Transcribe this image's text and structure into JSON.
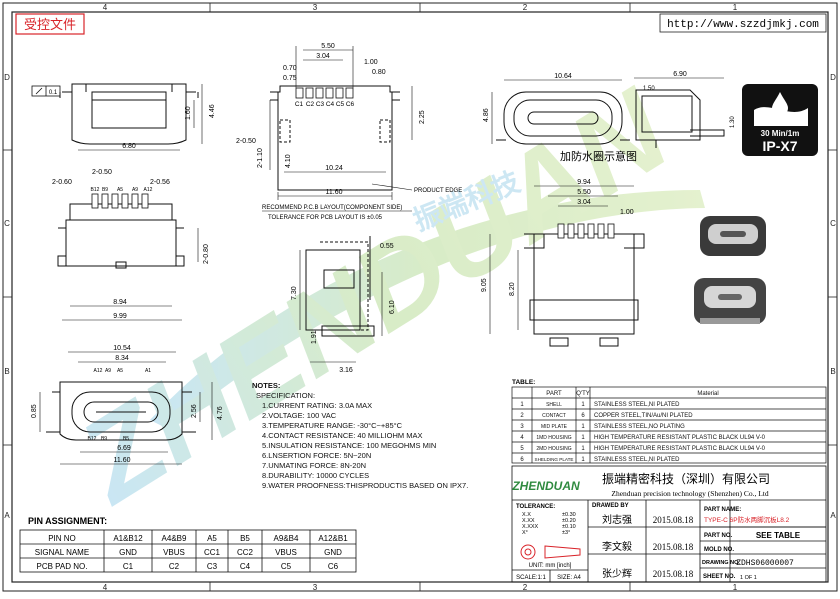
{
  "header": {
    "stamp": "受控文件",
    "url": "http://www.szzdjmkj.com"
  },
  "frame": {
    "cols": [
      "4",
      "3",
      "2",
      "1"
    ],
    "rows": [
      "D",
      "C",
      "B",
      "A"
    ]
  },
  "watermark": {
    "logo": "ZHENDUAN",
    "cn": "振端科技"
  },
  "top_front": {
    "dims": [
      "1.60",
      "4.46",
      "6.80"
    ],
    "flatness": "0.1"
  },
  "top_pcb": {
    "dims": [
      "5.50",
      "3.04",
      "0.70",
      "0.75",
      "1.00",
      "0.80",
      "2.25",
      "2-0.50",
      "2-1.10",
      "10.24",
      "11.60",
      "4.10"
    ],
    "pads": [
      "C1",
      "C2",
      "C3",
      "C4",
      "C5",
      "C6"
    ],
    "product_edge": "PRODUCT EDGE",
    "recommend": "RECOMMEND P.C.B LAYOUT(COMPONENT SIDE)",
    "tolerance": "TOLERANCE FOR PCB LAYOUT IS ±0.05"
  },
  "side_view": {
    "dims": [
      "10.64",
      "4.86",
      "6.90",
      "1.50",
      "1.30"
    ],
    "caption": "加防水圈示意图"
  },
  "ip_badge": {
    "spec": "30 Min/1m",
    "rating": "IP-X7"
  },
  "mid_left": {
    "dims": [
      "2-0.50",
      "2-0.60",
      "2-0.56",
      "2-0.80",
      "8.94",
      "9.99"
    ],
    "pins": [
      "B12",
      "B9",
      "A5",
      "A9",
      "A12"
    ]
  },
  "mid_center": {
    "dims": [
      "0.55",
      "7.30",
      "6.10",
      "1.91",
      "3.16"
    ]
  },
  "right_pcb": {
    "dims": [
      "9.94",
      "5.50",
      "3.04",
      "1.00",
      "9.05",
      "8.20"
    ]
  },
  "bottom_left": {
    "dims": [
      "10.54",
      "8.34",
      "0.85",
      "2.56",
      "4.76",
      "6.69",
      "11.60"
    ],
    "pins_top": [
      "A12",
      "A9",
      "A5",
      "A1"
    ],
    "pins_bottom": [
      "B12",
      "B9",
      "B5"
    ]
  },
  "notes": {
    "title": "NOTES:",
    "spec_title": "SPECIFICATION:",
    "lines": [
      "1.CURRENT RATING: 3.0A MAX",
      "2.VOLTAGE: 100 VAC",
      "3.TEMPERATURE RANGE: -30°C~+85°C",
      "4.CONTACT RESISTANCE: 40 MILLIOHM MAX",
      "5.INSULATION RESISTANCE: 100 MEGOHMS MIN",
      "6.LNSERTION FORCE: 5N~20N",
      "7.UNMATING FORCE: 8N-20N",
      "8.DURABILITY: 10000 CYCLES",
      "9.WATER PROOFNESS:THISPRODUCTIS BASED ON IPX7."
    ]
  },
  "bom": {
    "caption": "TABLE:",
    "headers": [
      "",
      "PART",
      "Q'TY",
      "Material"
    ],
    "rows": [
      [
        "1",
        "SHELL",
        "1",
        "STAINLESS STEEL,NI PLATED"
      ],
      [
        "2",
        "CONTACT",
        "6",
        "COPPER STEEL,TIN/Au/NI PLATED"
      ],
      [
        "3",
        "MID PLATE",
        "1",
        "STAINLESS STEEL,NO PLATING"
      ],
      [
        "4",
        "1MD HOUSING",
        "1",
        "HIGH TEMPERATURE RESISTANT PLASTIC BLACK UL94 V-0"
      ],
      [
        "5",
        "2MD HOUSING",
        "1",
        "HIGH TEMPERATURE RESISTANT PLASTIC BLACK UL94 V-0"
      ],
      [
        "6",
        "SHELDING PLATE",
        "1",
        "STAINLESS STEEL,NI PLATED"
      ]
    ]
  },
  "title_block": {
    "company_cn": "振端精密科技（深圳）有限公司",
    "company_en": "Zhenduan precision technology (Shenzhen) Co., Ltd",
    "logo": "ZHENDUAN",
    "tolerance_label": "TOLERANCE:",
    "tol_keys": [
      "X.X",
      "X.XX",
      "X.XXX",
      "X°"
    ],
    "tol_vals": [
      "±0.30",
      "±0.20",
      "±0.10",
      "±3°"
    ],
    "unit": "UNIT: mm [inch]",
    "drawn_by_label": "DRAWED BY",
    "drawn_by": "刘志强",
    "checked_by": "李文毅",
    "approved_by": "张少辉",
    "dates": [
      "2015.08.18",
      "2015.08.18",
      "2015.08.18"
    ],
    "part_name_label": "PART NAME:",
    "part_name": "TYPE-C 6P防水两脚沉板L8.2",
    "part_no_label": "PART NO.",
    "part_no": "SEE TABLE",
    "mold_no_label": "MOLD NO.",
    "drawing_no_label": "DRAWING NO.",
    "drawing_no": "ZDHS06000007",
    "sheet_no_label": "SHEET NO.",
    "sheet_no": "1 OF 1",
    "scale_label": "SCALE:1:1",
    "size_label": "SIZE: A4"
  },
  "pin_table": {
    "title": "PIN ASSIGNMENT:",
    "headers": [
      "PIN NO",
      "A1&B12",
      "A4&B9",
      "A5",
      "B5",
      "A9&B4",
      "A12&B1"
    ],
    "signal": [
      "SIGNAL NAME",
      "GND",
      "VBUS",
      "CC1",
      "CC2",
      "VBUS",
      "GND"
    ],
    "pad": [
      "PCB PAD NO.",
      "C1",
      "C2",
      "C3",
      "C4",
      "C5",
      "C6"
    ]
  }
}
